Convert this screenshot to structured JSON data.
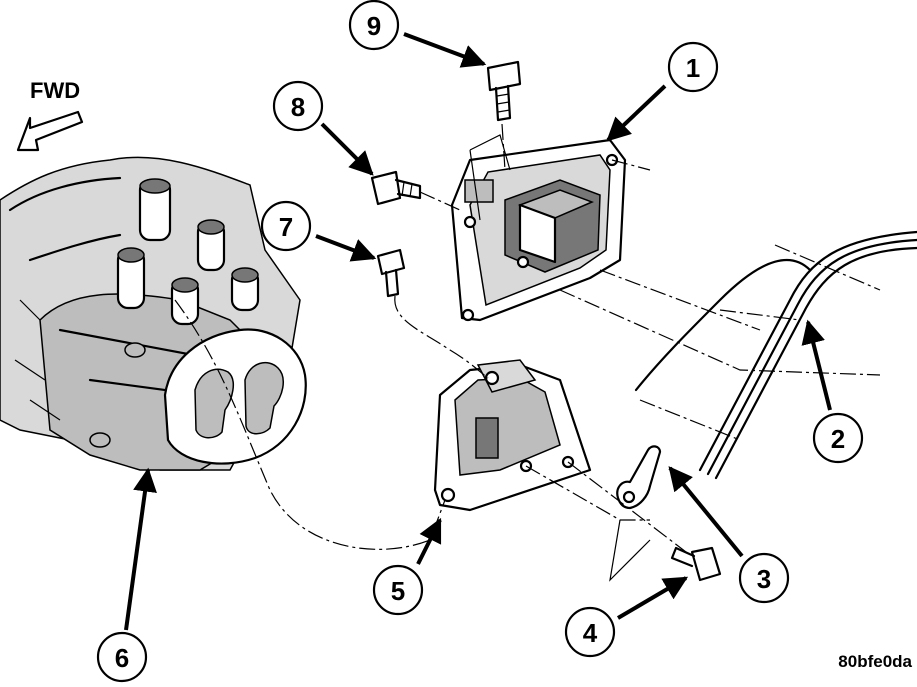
{
  "diagram": {
    "fwd_label": "FWD",
    "figure_code": "80bfe0da",
    "callouts": [
      {
        "id": "1",
        "label": "1"
      },
      {
        "id": "2",
        "label": "2"
      },
      {
        "id": "3",
        "label": "3"
      },
      {
        "id": "4",
        "label": "4"
      },
      {
        "id": "5",
        "label": "5"
      },
      {
        "id": "6",
        "label": "6"
      },
      {
        "id": "7",
        "label": "7"
      },
      {
        "id": "8",
        "label": "8"
      },
      {
        "id": "9",
        "label": "9"
      }
    ]
  }
}
